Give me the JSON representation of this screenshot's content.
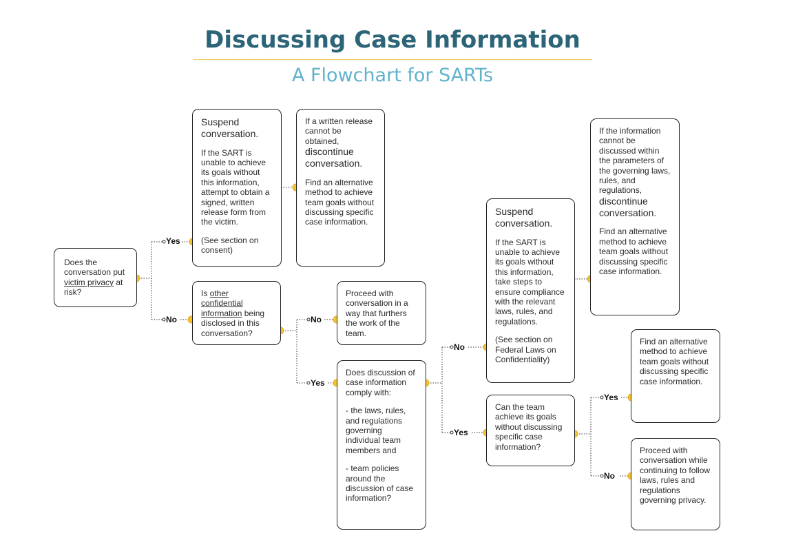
{
  "header": {
    "title": "Discussing Case Information",
    "subtitle": "A Flowchart for SARTs"
  },
  "colors": {
    "title": "#2c6478",
    "subtitle": "#5fb3cc",
    "rule": "#f2c94c",
    "node": "#f4c430"
  },
  "boxes": {
    "q_risk": {
      "pre": "Does the conversation put ",
      "link": "victim privacy",
      "post": " at risk?"
    },
    "suspend_consent": {
      "head": "Suspend conversation.",
      "body": "If the SART is unable to achieve its goals without this information, attempt to obtain a signed, written release form from the victim.",
      "note": "(See section on consent)"
    },
    "written_release": {
      "pre": "If a written release cannot be obtained,",
      "emph": "discontinue conversation.",
      "body": "Find an alternative method to achieve team goals without discussing specific case information."
    },
    "q_other": {
      "pre": "Is ",
      "link": "other confidential information",
      "post": " being disclosed in this conversation?"
    },
    "proceed_work": {
      "text": "Proceed with conversation in a way that furthers the work of the team."
    },
    "q_comply": {
      "intro": "Does discussion of case information comply with:",
      "item1": "- the laws, rules, and regulations governing individual team members and",
      "item2": "- team policies around the discussion of case information?"
    },
    "suspend_federal": {
      "head": "Suspend conversation.",
      "body": "If the SART is unable to achieve its goals without this information, take steps to ensure compliance with the  relevant laws, rules, and regulations.",
      "note": "(See section on Federal Laws on Confidentiality)"
    },
    "cannot_discuss": {
      "pre": "If the information cannot be discussed within the parameters of the governing laws, rules, and regulations,",
      "emph": "discontinue conversation.",
      "body": "Find an alternative method to achieve team goals without discussing specific case information."
    },
    "q_goals": {
      "text": "Can the team achieve its goals without discussing specific case information?"
    },
    "find_alt": {
      "text": "Find an alternative method to achieve team goals without discussing specific case information."
    },
    "proceed_follow": {
      "text": "Proceed with conversation while continuing to follow laws, rules and regulations governing privacy."
    }
  },
  "labels": {
    "yes1": "Yes",
    "no1": "No",
    "no2": "No",
    "yes2": "Yes",
    "no3": "No",
    "yes3": "Yes",
    "yes4": "Yes",
    "no4": "No"
  }
}
